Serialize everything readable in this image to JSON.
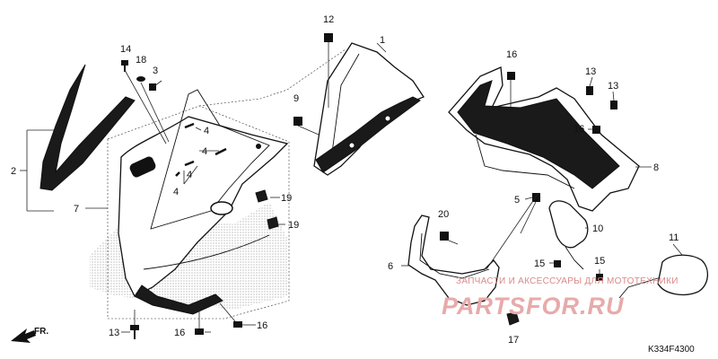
{
  "diagram_code": "K334F4300",
  "direction_label": "FR.",
  "watermark": {
    "line1": "ЗАПЧАСТИ И АКСЕССУАРЫ ДЛЯ МОТОТЕХНИКИ",
    "line2": "PARTSFOR.RU"
  },
  "callouts": {
    "c1": "1",
    "c2": "2",
    "c3": "3",
    "c4a": "4",
    "c4b": "4",
    "c4c": "4",
    "c4d": "4",
    "c5": "5",
    "c6": "6",
    "c7": "7",
    "c8": "8",
    "c9": "9",
    "c10": "10",
    "c11": "11",
    "c12": "12",
    "c13a": "13",
    "c13b": "13",
    "c13c": "13",
    "c14": "14",
    "c15a": "15",
    "c15b": "15",
    "c16a": "16",
    "c16b": "16",
    "c16c": "16",
    "c16d": "16",
    "c17": "17",
    "c18": "18",
    "c19a": "19",
    "c19b": "19",
    "c20": "20"
  }
}
